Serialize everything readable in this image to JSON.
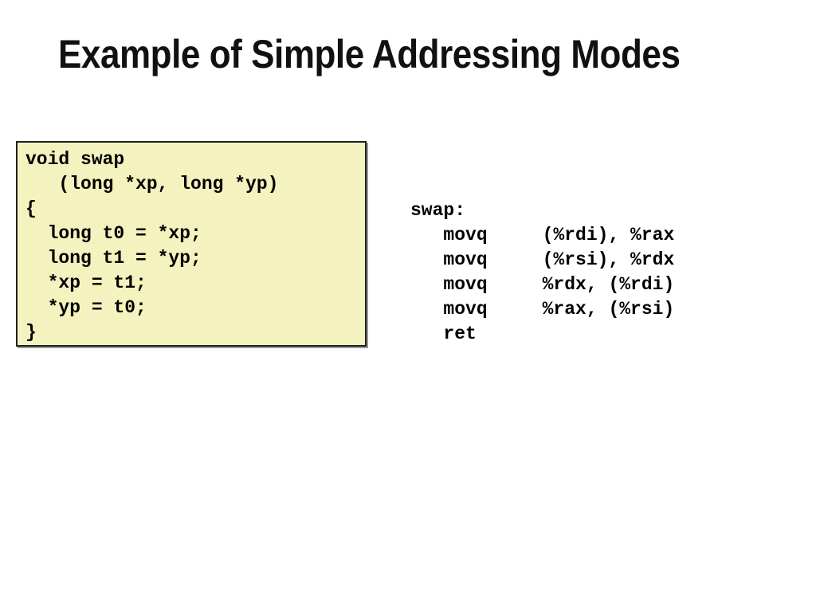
{
  "slide": {
    "title": "Example of Simple Addressing Modes",
    "c_code": {
      "lines": [
        "void swap",
        "   (long *xp, long *yp)",
        "{",
        "  long t0 = *xp;",
        "  long t1 = *yp;",
        "  *xp = t1;",
        "  *yp = t0;",
        "}"
      ]
    },
    "assembly": {
      "lines": [
        "swap:",
        "   movq     (%rdi), %rax",
        "   movq     (%rsi), %rdx",
        "   movq     %rdx, (%rdi)",
        "   movq     %rax, (%rsi)",
        "   ret"
      ]
    },
    "colors": {
      "background": "#ffffff",
      "title_text": "#111111",
      "code_text": "#000000",
      "code_box_bg": "#f4f2be",
      "code_box_border": "#1f1f1f",
      "code_box_shadow": "#999999"
    }
  }
}
